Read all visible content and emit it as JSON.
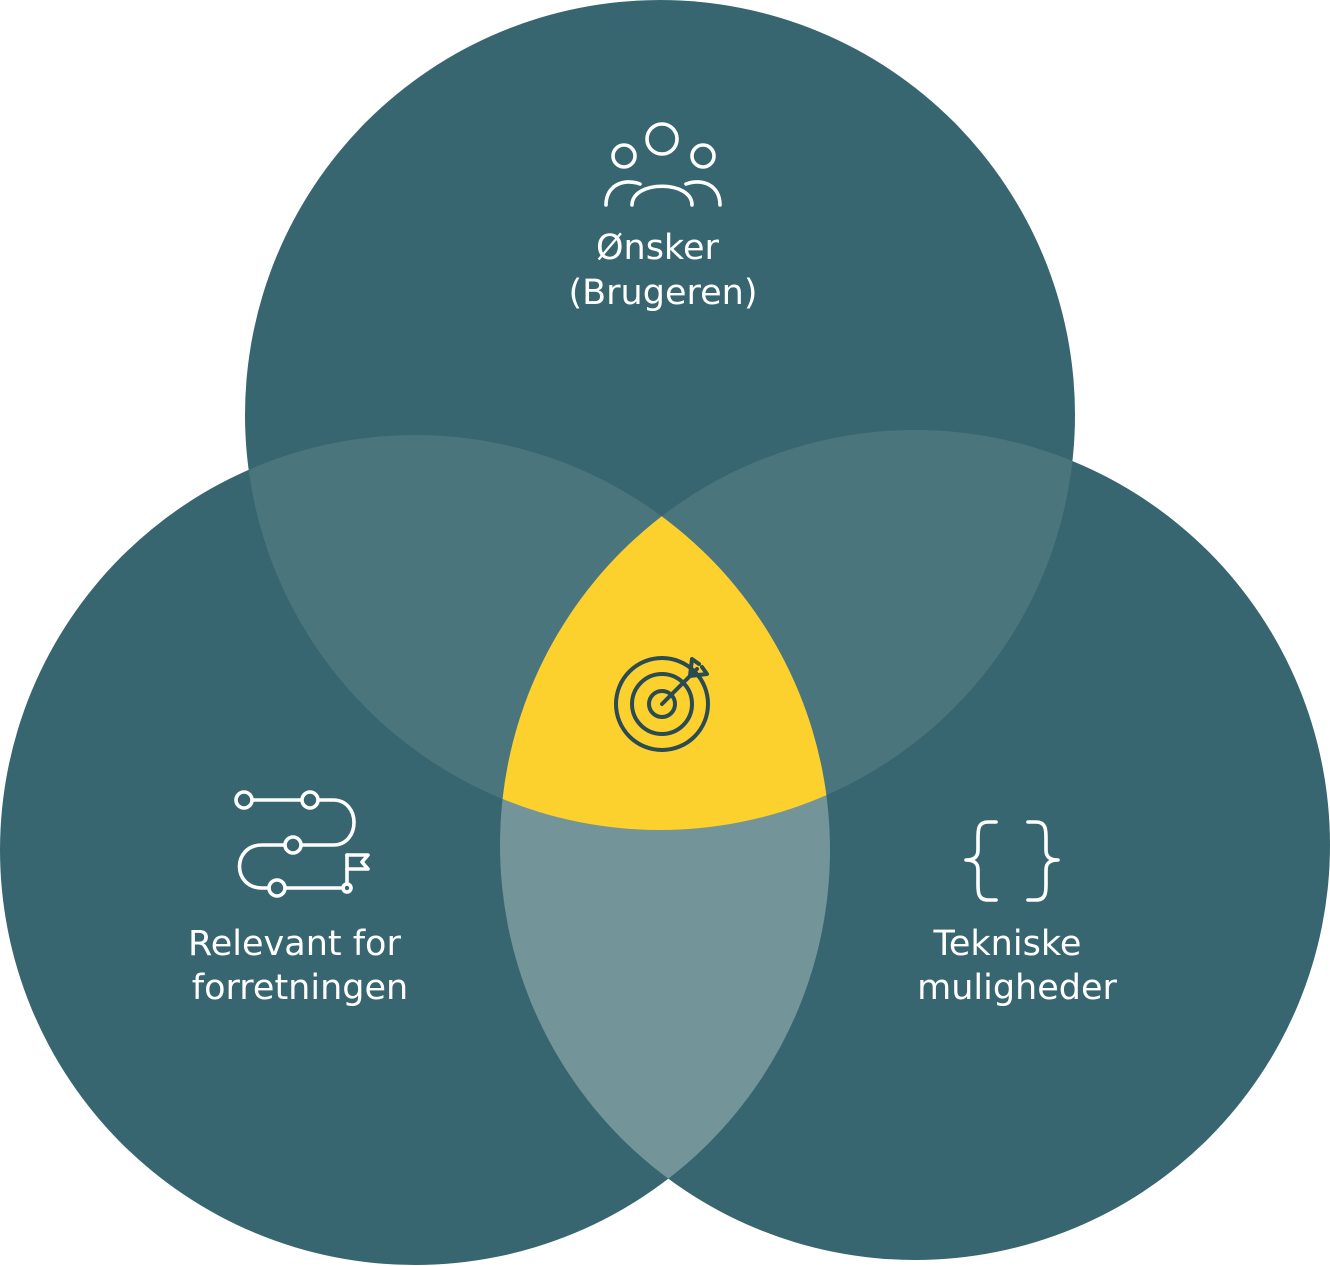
{
  "diagram": {
    "type": "venn",
    "colors": {
      "circle": "#386670",
      "pair_overlap": "#4b757c",
      "bottom_overlap": "#739499",
      "center": "#fcd02d",
      "icon_light": "#ffffff",
      "icon_dark": "#2a4b52"
    },
    "sets": [
      {
        "id": "top",
        "icon": "users-group-icon",
        "label_lines": [
          "Ønsker",
          "(Brugeren)"
        ]
      },
      {
        "id": "left",
        "icon": "route-flag-icon",
        "label_lines": [
          "Relevant for",
          "forretningen"
        ]
      },
      {
        "id": "right",
        "icon": "curly-braces-icon",
        "label_lines": [
          "Tekniske",
          "muligheder"
        ]
      }
    ],
    "center": {
      "icon": "target-arrow-icon"
    }
  }
}
